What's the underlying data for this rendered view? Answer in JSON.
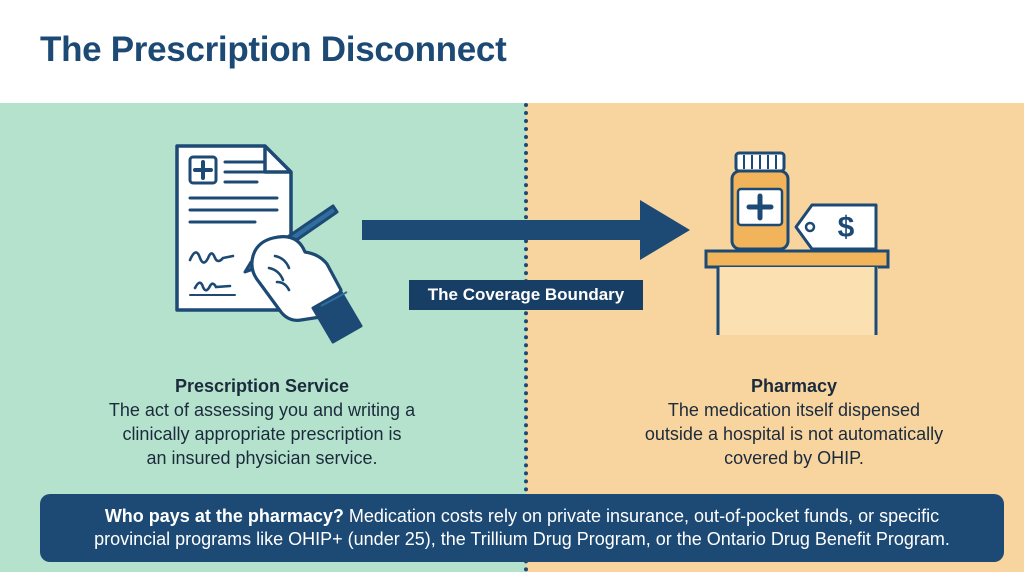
{
  "title": "The Prescription Disconnect",
  "boundary_label": "The Coverage Boundary",
  "left": {
    "heading": "Prescription Service",
    "lines": [
      "The act of assessing you and writing a",
      "clinically appropriate prescription is",
      "an insured physician service."
    ]
  },
  "right": {
    "heading": "Pharmacy",
    "lines": [
      "The medication itself dispensed",
      "outside a hospital is not automatically",
      "covered by OHIP."
    ]
  },
  "footer": {
    "lead": "Who pays at the pharmacy?",
    "text_line1": " Medication costs rely on private insurance, out-of-pocket funds, or specific",
    "text_line2": "provincial programs like OHIP+ (under 25), the Trillium Drug Program, or the Ontario Drug Benefit Program."
  },
  "icons": {
    "prescription": "prescription-document-icon",
    "hand": "writing-hand-pen-icon",
    "bottle": "medicine-bottle-icon",
    "price_tag": "dollar-price-tag-icon",
    "counter": "pharmacy-counter-icon",
    "arrow": "right-arrow-icon"
  },
  "colors": {
    "navy": "#1d4a74",
    "left_bg": "#b5e2cc",
    "right_bg": "#f8d49f",
    "accent_orange": "#f2b45a"
  }
}
